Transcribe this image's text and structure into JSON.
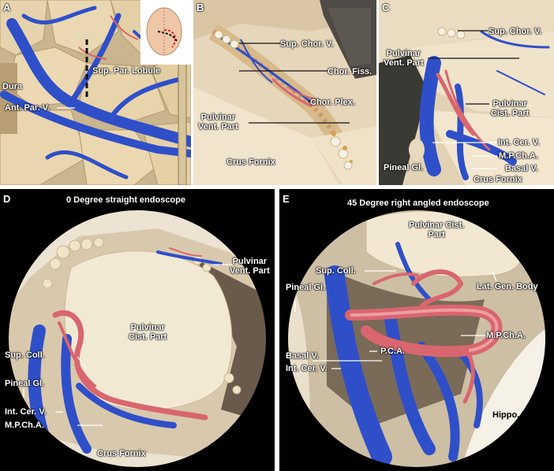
{
  "panels": {
    "A": {
      "letter": "A",
      "labels": {
        "dura": "Dura",
        "sup_par_lobule": "Sup. Par. Lobule",
        "ant_par_v": "Ant. Par. V."
      }
    },
    "B": {
      "letter": "B",
      "labels": {
        "sup_chor_v": "Sup. Chor. V.",
        "chor_fiss": "Chor. Fiss.",
        "chor_plex": "Chor. Plex.",
        "pulvinar_1": "Pulvinar",
        "pulvinar_2": "Vent. Part",
        "crus_fornix": "Crus Fornix"
      }
    },
    "C": {
      "letter": "C",
      "labels": {
        "sup_chor_v": "Sup. Chor. V.",
        "pulvinar_vent_1": "Pulvinar",
        "pulvinar_vent_2": "Vent. Part",
        "pulvinar_cist_1": "Pulvinar",
        "pulvinar_cist_2": "Cist. Part",
        "int_cer_v": "Int. Cer. V.",
        "mpcha": "M.P.Ch.A.",
        "pineal": "Pineal Gl.",
        "basal_v": "Basal V.",
        "crus_fornix": "Crus Fornix"
      }
    },
    "D": {
      "letter": "D",
      "title": "0 Degree straight endoscope",
      "labels": {
        "pulvinar_vent_1": "Pulvinar",
        "pulvinar_vent_2": "Vent. Part",
        "pulvinar_cist_1": "Pulvinar",
        "pulvinar_cist_2": "Cist. Part",
        "sup_coll": "Sup. Coll.",
        "pineal": "Pineal Gl.",
        "int_cer_v": "Int. Cer. V.",
        "mpcha": "M.P.Ch.A.",
        "crus_fornix": "Crus Fornix"
      }
    },
    "E": {
      "letter": "E",
      "title": "45 Degree right angled endoscope",
      "labels": {
        "pulvinar_cist_1": "Pulvinar Cist.",
        "pulvinar_cist_2": "Part",
        "sup_coll": "Sup. Coll.",
        "pineal": "Pineal Gl.",
        "lat_gen_body": "Lat. Gen. Body",
        "mpcha": "M.P.Ch.A.",
        "basal_v": "Basal V.",
        "int_cer_v": "Int. Cer. V.",
        "pca": "P.C.A.",
        "hippo": "Hippo."
      }
    }
  },
  "colors": {
    "vein": "#2f4fc9",
    "artery": "#d9666e",
    "tissue": "#e9dcc3",
    "endoscope_border": "#000000"
  }
}
